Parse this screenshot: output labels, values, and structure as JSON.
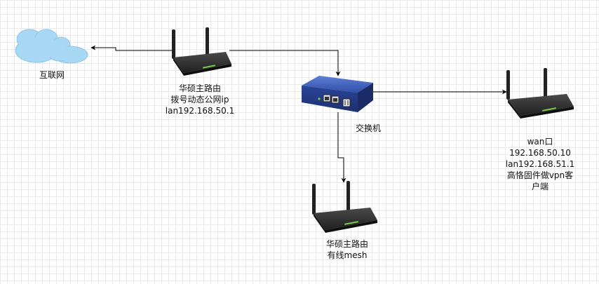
{
  "nodes": {
    "internet": {
      "label": "互联网"
    },
    "main_router": {
      "lines": [
        "华硕主路由",
        "拨号动态公网ip",
        "lan192.168.50.1"
      ]
    },
    "switch": {
      "label": "交换机"
    },
    "vpn_router": {
      "lines": [
        "wan口",
        "192.168.50.10",
        "lan192.168.51.1",
        "高恪固件做vpn客",
        "户端"
      ]
    },
    "mesh_router": {
      "lines": [
        "华硕主路由",
        "有线mesh"
      ]
    }
  },
  "colors": {
    "cloud": "#a9d8f5",
    "router_body": "#2b2b2b",
    "switch_body": "#2f4ea8",
    "edge": "#000000",
    "grid": "#e9e9e9"
  }
}
